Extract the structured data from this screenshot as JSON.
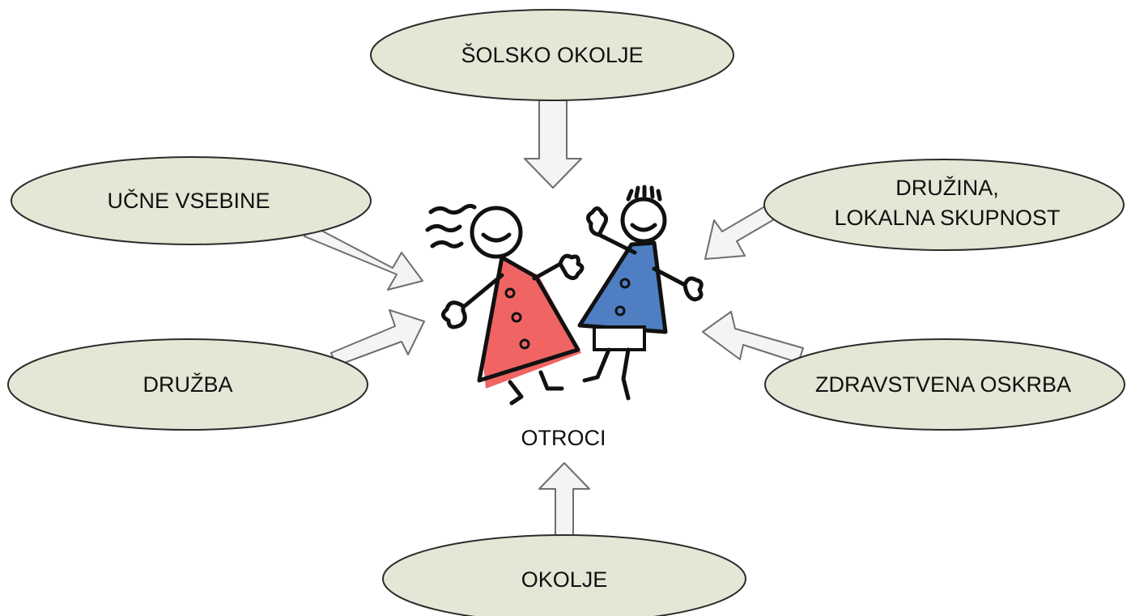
{
  "diagram": {
    "center_label": "OTROCI",
    "nodes": [
      {
        "id": "solsko-okolje",
        "lines": [
          "ŠOLSKO OKOLJE"
        ]
      },
      {
        "id": "ucne-vsebine",
        "lines": [
          "UČNE VSEBINE"
        ]
      },
      {
        "id": "druzina",
        "lines": [
          "DRUŽINA,",
          "LOKALNA SKUPNOST"
        ]
      },
      {
        "id": "druzba",
        "lines": [
          "DRUŽBA"
        ]
      },
      {
        "id": "zdravstvena-oskrba",
        "lines": [
          "ZDRAVSTVENA OSKRBA"
        ]
      },
      {
        "id": "okolje",
        "lines": [
          "OKOLJE"
        ]
      }
    ],
    "colors": {
      "ellipse_fill": "#e6e6d6",
      "ellipse_stroke": "#2b2b2b",
      "arrow_fill": "#f4f4f4",
      "arrow_stroke": "#6f6f6f",
      "girl_dress": "#f06464",
      "boy_shirt": "#4f7fc2",
      "ink": "#111111"
    }
  }
}
